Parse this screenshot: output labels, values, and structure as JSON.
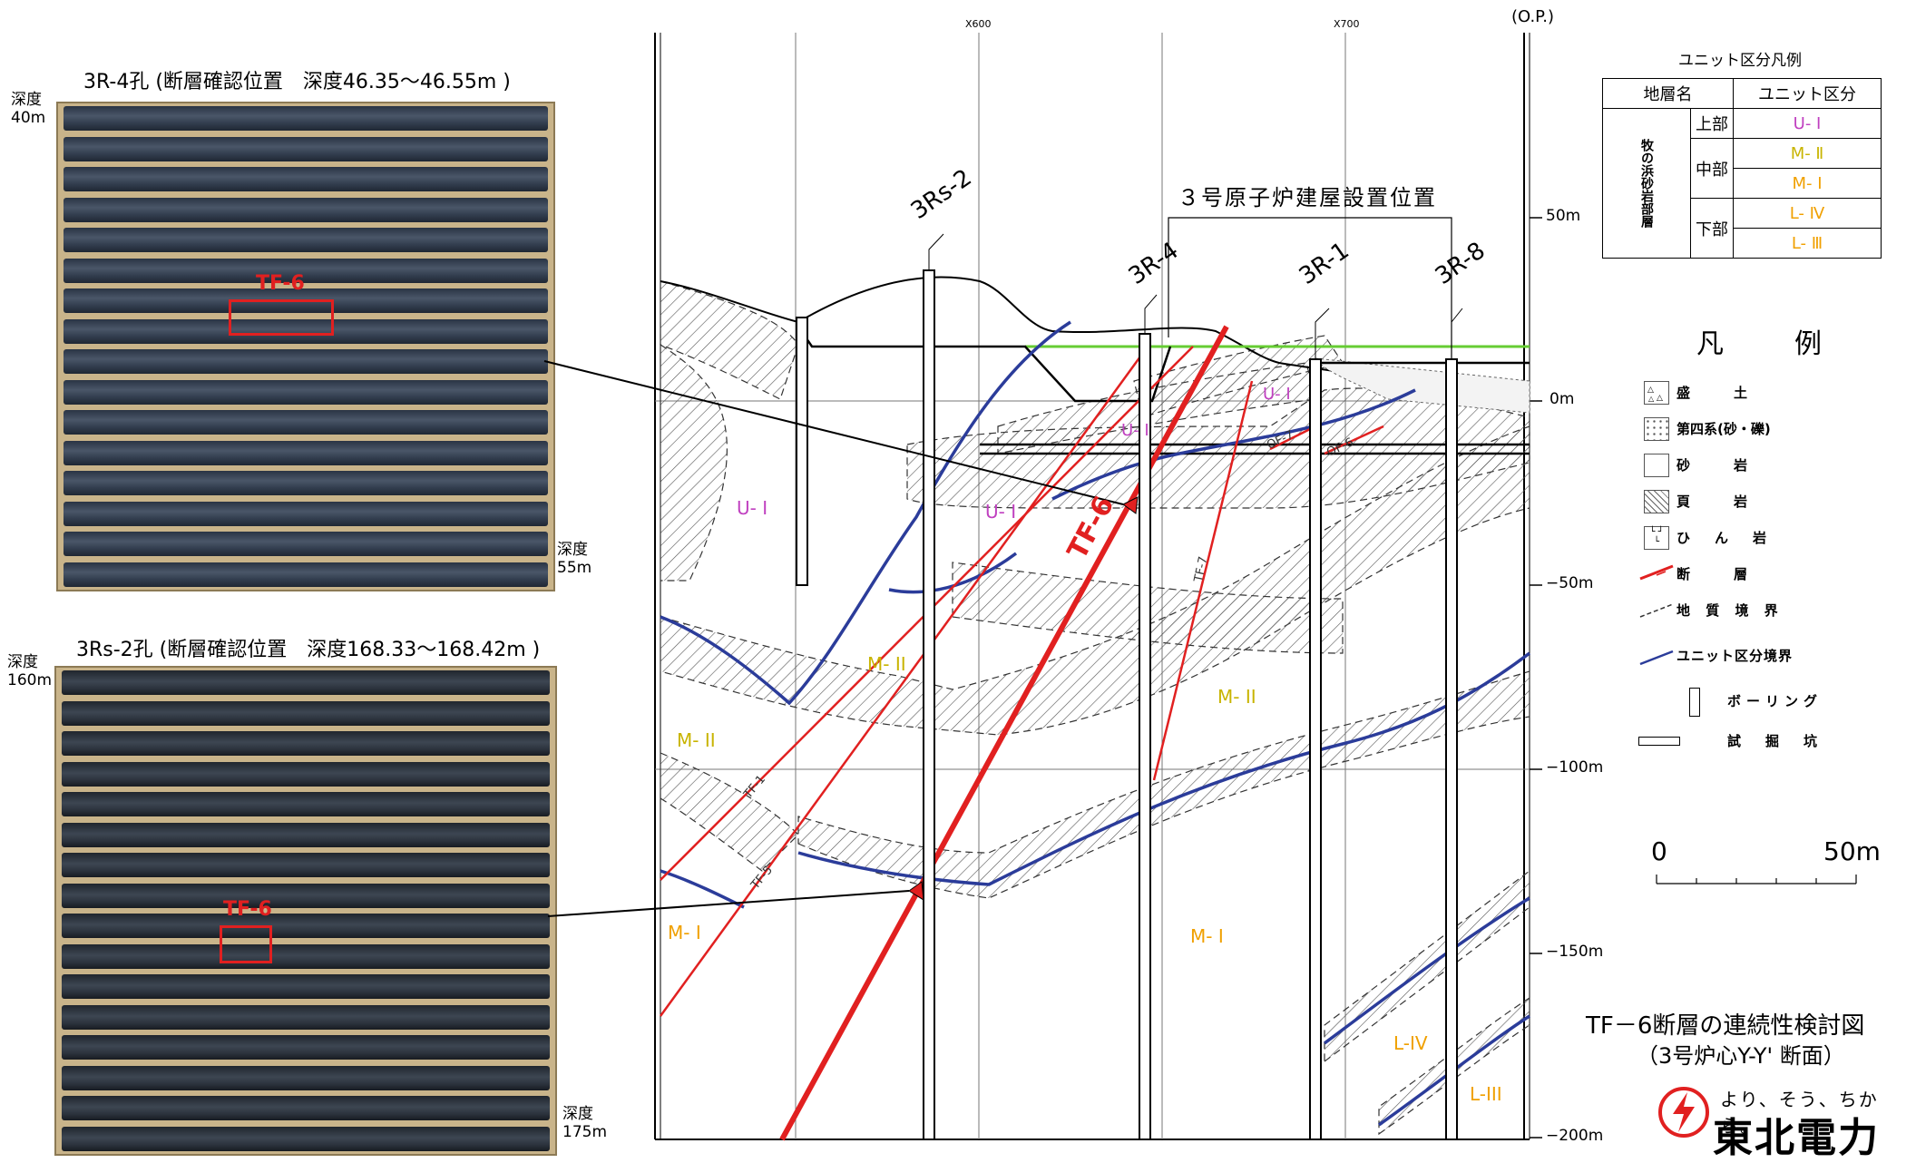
{
  "photos": {
    "top": {
      "title": "3R-4孔 (断層確認位置　深度46.35～46.55m )",
      "depth_top": "深度\n40m",
      "depth_bottom": "深度\n55m",
      "fault_label": "TF-6"
    },
    "bottom": {
      "title": "3Rs-2孔 (断層確認位置　深度168.33～168.42m )",
      "depth_top": "深度\n160m",
      "depth_bottom": "深度\n175m",
      "fault_label": "TF-6"
    }
  },
  "section": {
    "op_label": "(O.P.)",
    "x_ticks": [
      "X600",
      "X700"
    ],
    "elev_ticks": [
      "50m",
      "0m",
      "−50m",
      "−100m",
      "−150m",
      "−200m"
    ],
    "building_label": "３号原子炉建屋設置位置",
    "boreholes": [
      "3Rs-2",
      "3R-4",
      "3R-1",
      "3R-8"
    ],
    "faults": [
      "TF-6",
      "TF-7",
      "TF-1",
      "TF-5",
      "OF-7",
      "OF-6"
    ],
    "units": {
      "u1": "U- I",
      "u1_b": "U- I",
      "u1_c": "U- I",
      "u1_d": "U- I",
      "m2": "M- II",
      "m2_b": "M- II",
      "m2_c": "M- II",
      "m1": "M- I",
      "m1_b": "M- I",
      "l4": "L-IV",
      "l3": "L-III"
    }
  },
  "unit_table": {
    "title": "ユニット区分凡例",
    "head_strata": "地層名",
    "head_unit": "ユニット区分",
    "formation": "牧の浜砂岩部層",
    "rows": [
      {
        "part": "上部",
        "unit": "U- Ⅰ",
        "color": "#c040c0"
      },
      {
        "part": "中部",
        "unit": "M- Ⅱ",
        "color": "#c8b400"
      },
      {
        "part": "",
        "unit": "M- Ⅰ",
        "color": "#f0a000"
      },
      {
        "part": "下部",
        "unit": "L- Ⅳ",
        "color": "#f0a000"
      },
      {
        "part": "",
        "unit": "L- Ⅲ",
        "color": "#f0a000"
      }
    ]
  },
  "legend": {
    "title": "凡　例",
    "items": [
      {
        "label": "盛　　土",
        "icon": "fill-icon"
      },
      {
        "label": "第四系(砂・礫)",
        "icon": "quaternary-icon"
      },
      {
        "label": "砂　　岩",
        "icon": "sandstone-icon"
      },
      {
        "label": "頁　　岩",
        "icon": "shale-icon"
      },
      {
        "label": "ひ　ん　岩",
        "icon": "porphyrite-icon"
      },
      {
        "label": "断　　層",
        "icon": "fault-icon"
      },
      {
        "label": "地 質 境 界",
        "icon": "geologic-boundary-icon"
      },
      {
        "label": "ユニット区分境界",
        "icon": "unit-boundary-icon"
      },
      {
        "label": "ボーリング",
        "icon": "boring-icon"
      },
      {
        "label": "試　掘　坑",
        "icon": "test-adit-icon"
      }
    ]
  },
  "scale": {
    "zero": "0",
    "max": "50m"
  },
  "figure_title": {
    "line1": "TF－6断層の連続性検討図",
    "line2": "（3号炉心Y-Y' 断面）"
  },
  "brand": {
    "tagline": "より、そう、ちから。",
    "name": "東北電力"
  },
  "colors": {
    "fault": "#e12020",
    "unit_boundary": "#2b3c9a",
    "ground_line": "#66cc33",
    "unit_u": "#c040c0",
    "unit_m2": "#c8b400",
    "unit_m1": "#f0a000"
  }
}
